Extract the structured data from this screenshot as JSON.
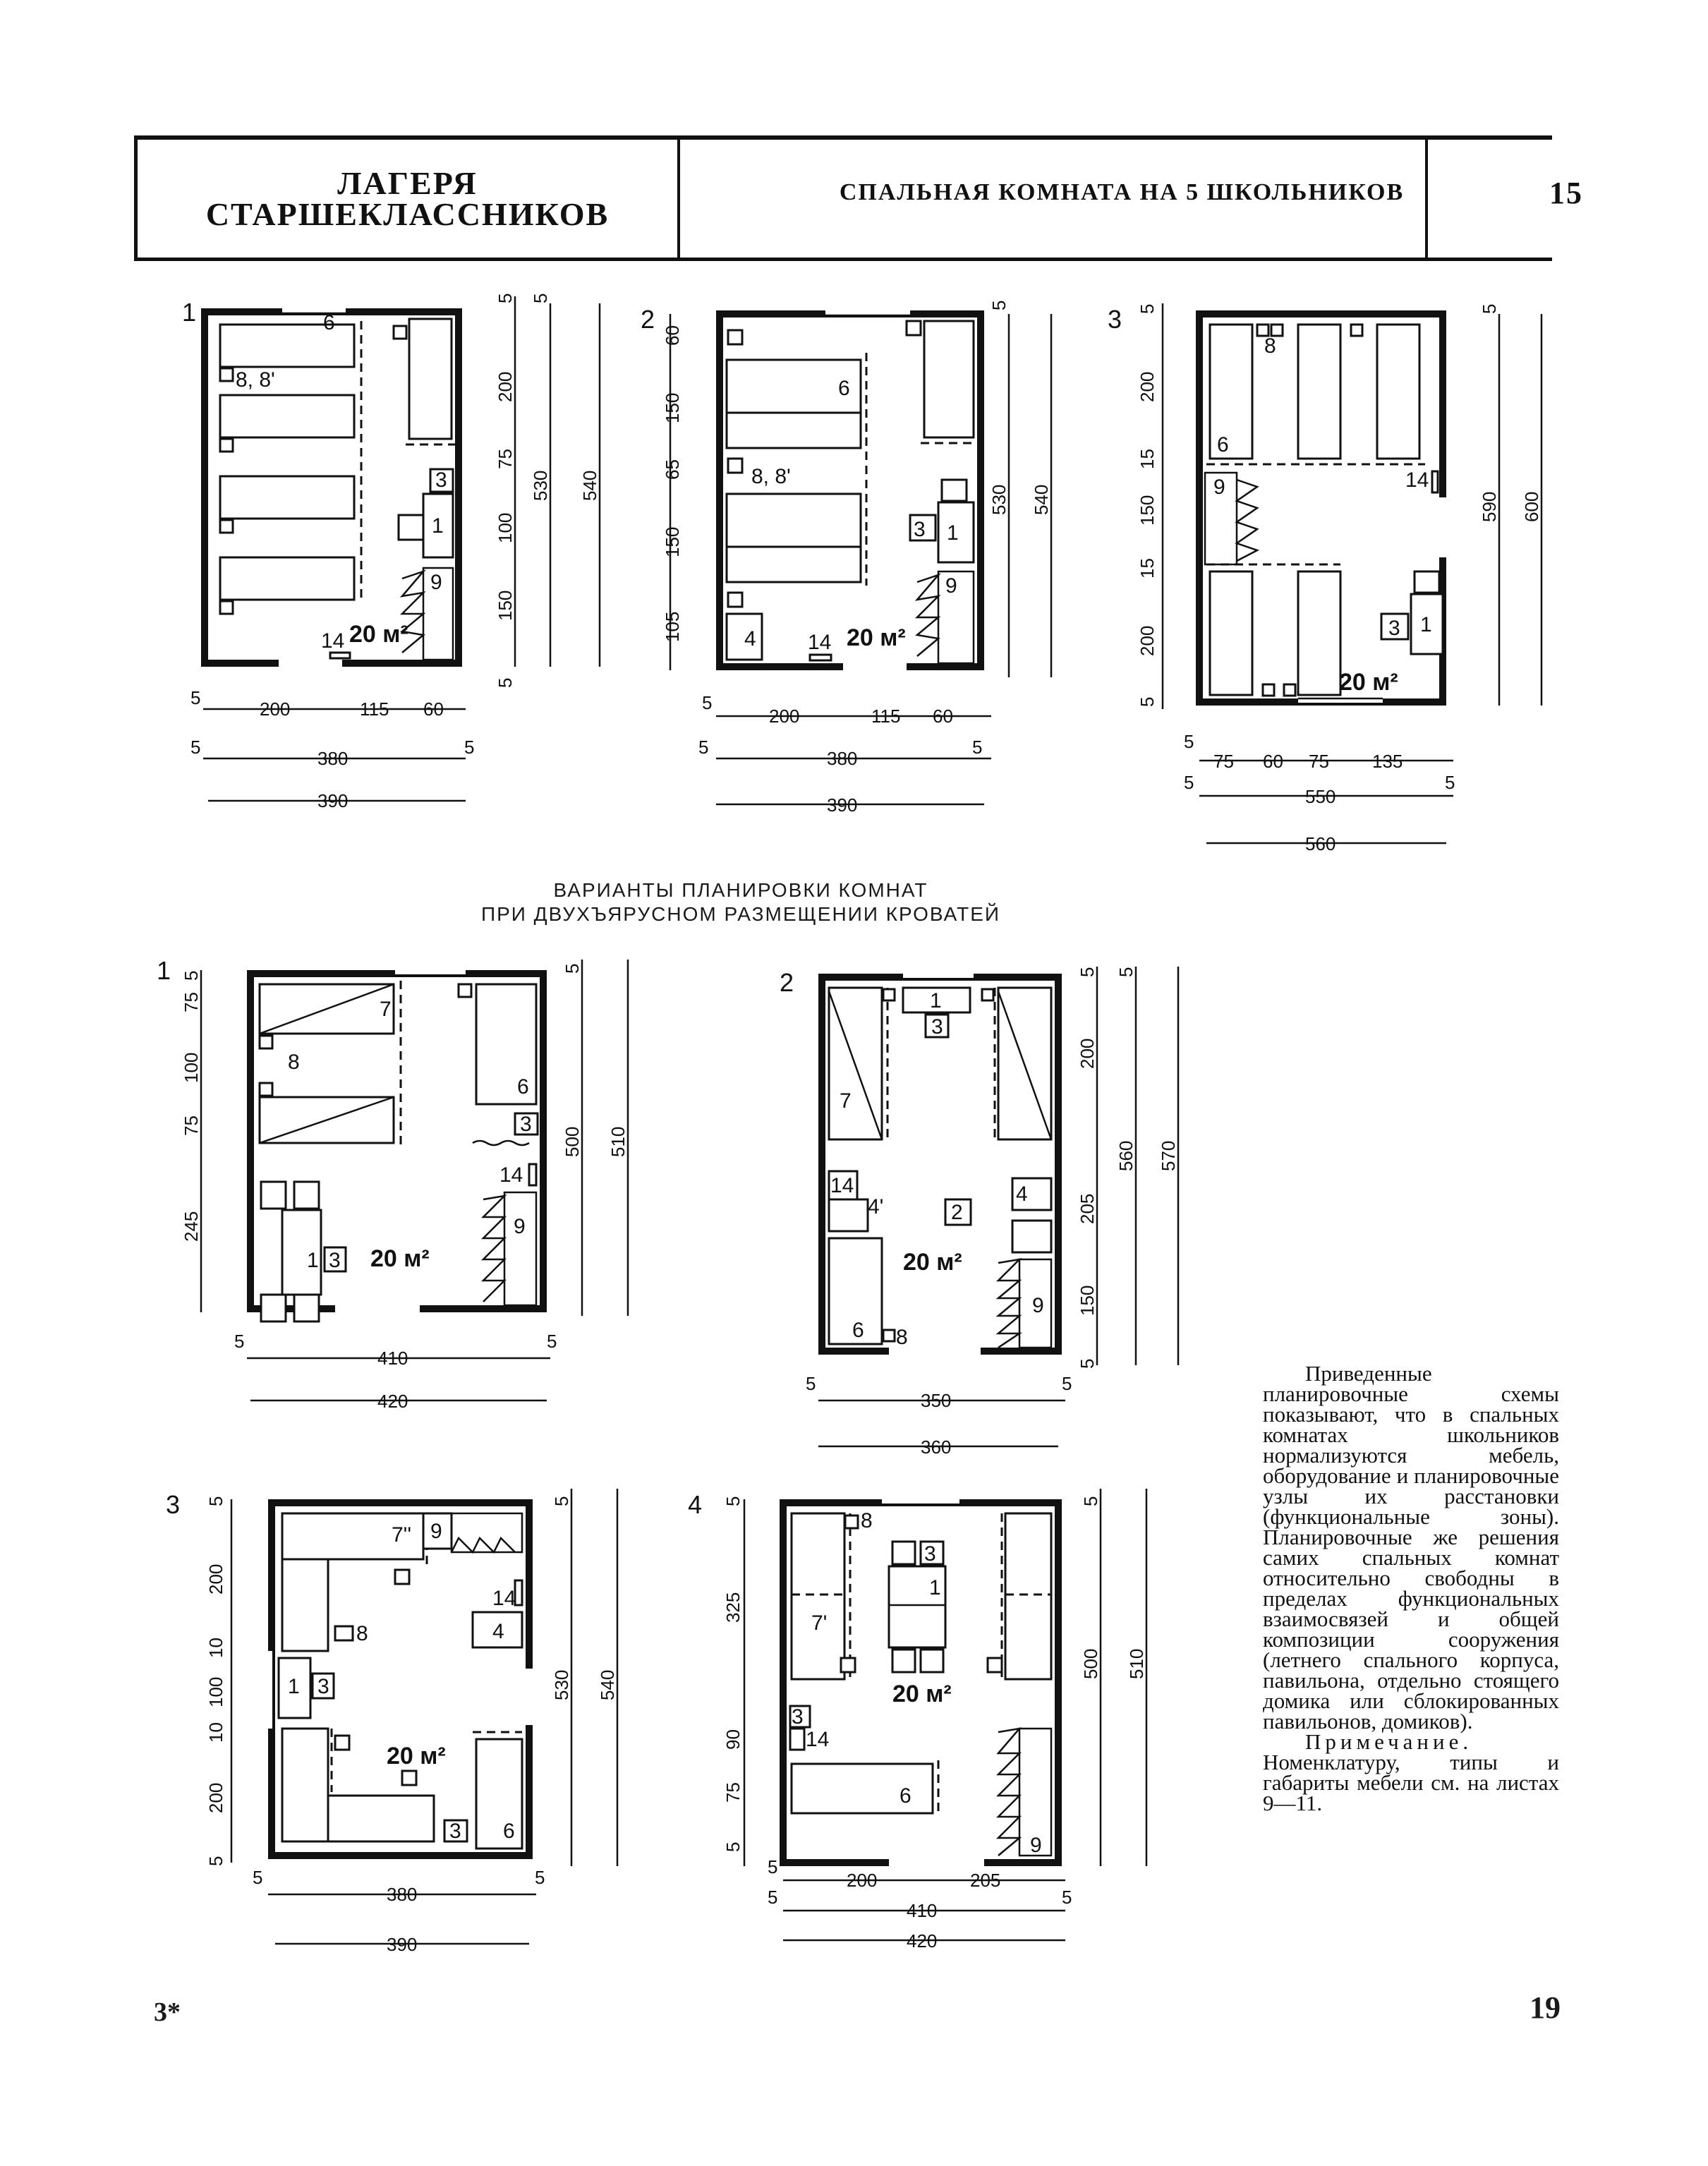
{
  "header": {
    "section_title": "ЛАГЕРЯ СТАРШЕКЛАССНИКОВ",
    "sheet_title": "СПАЛЬНАЯ КОМНАТА НА 5 ШКОЛЬНИКОВ",
    "sheet_number": "15"
  },
  "variants_caption_line1": "ВАРИАНТЫ ПЛАНИРОВКИ КОМНАТ",
  "variants_caption_line2": "ПРИ ДВУХЪЯРУСНОМ РАЗМЕЩЕНИИ КРОВАТЕЙ",
  "area_label": "20 м²",
  "top_plans": [
    {
      "number": "1",
      "item_labels": [
        "6",
        "8, 8'",
        "3",
        "1",
        "9",
        "14"
      ],
      "right_dims": [
        "5",
        "200",
        "75",
        "100",
        "150",
        "5"
      ],
      "right_totals": [
        "5",
        "530",
        "540"
      ],
      "bottom_dims": [
        "5",
        "200",
        "115",
        "60"
      ],
      "bottom_totals": [
        "5",
        "380",
        "5",
        "390"
      ]
    },
    {
      "number": "2",
      "item_labels": [
        "6",
        "8, 8'",
        "3",
        "1",
        "9",
        "4",
        "14"
      ],
      "left_dims": [
        "60",
        "150",
        "65",
        "150",
        "105"
      ],
      "right_totals": [
        "5",
        "530",
        "540"
      ],
      "bottom_dims": [
        "5",
        "200",
        "115",
        "60"
      ],
      "bottom_totals": [
        "5",
        "380",
        "5",
        "390"
      ]
    },
    {
      "number": "3",
      "item_labels": [
        "8",
        "6",
        "9",
        "14",
        "3",
        "1"
      ],
      "left_dims": [
        "5",
        "200",
        "15",
        "150",
        "15",
        "200",
        "5"
      ],
      "right_totals": [
        "5",
        "590",
        "600"
      ],
      "bottom_dims": [
        "5",
        "75",
        "60",
        "75",
        "135"
      ],
      "bottom_totals": [
        "5",
        "550",
        "5",
        "560"
      ]
    }
  ],
  "bottom_plans": [
    {
      "number": "1",
      "item_labels": [
        "7",
        "8",
        "6",
        "3",
        "14",
        "1",
        "3",
        "9"
      ],
      "left_dims": [
        "5",
        "75",
        "100",
        "75",
        "245"
      ],
      "right_totals": [
        "5",
        "500",
        "510"
      ],
      "bottom_totals": [
        "5",
        "410",
        "5",
        "420"
      ]
    },
    {
      "number": "2",
      "item_labels": [
        "1",
        "3",
        "7",
        "14",
        "4'",
        "2",
        "4",
        "6",
        "8",
        "9"
      ],
      "right_dims": [
        "5",
        "200",
        "205",
        "150",
        "5"
      ],
      "right_totals": [
        "5",
        "560",
        "570"
      ],
      "bottom_totals": [
        "5",
        "350",
        "5",
        "360"
      ]
    },
    {
      "number": "3",
      "item_labels": [
        "7''",
        "9",
        "14",
        "4",
        "8",
        "1",
        "3",
        "3",
        "6"
      ],
      "left_dims": [
        "5",
        "200",
        "10",
        "100",
        "10",
        "200",
        "5"
      ],
      "right_totals": [
        "5",
        "530",
        "540"
      ],
      "bottom_totals": [
        "5",
        "380",
        "5",
        "390"
      ]
    },
    {
      "number": "4",
      "item_labels": [
        "8",
        "3",
        "1",
        "7'",
        "3",
        "14",
        "6",
        "9"
      ],
      "left_dims": [
        "5",
        "325",
        "90",
        "75",
        "5"
      ],
      "right_totals": [
        "5",
        "500",
        "510"
      ],
      "bottom_dims": [
        "5",
        "200",
        "205"
      ],
      "bottom_totals": [
        "5",
        "410",
        "5",
        "420"
      ]
    }
  ],
  "note": {
    "paragraph": "Приведенные планировочные схемы показывают, что в спальных комнатах школьников нормализуются мебель, оборудование и планировочные узлы их расстановки (функциональные зоны). Планировочные же решения самих спальных комнат относительно свободны в пределах функциональных взаимосвязей и общей композиции сооружения (летнего спального корпуса, павильона, отдельно стоящего домика или сблокированных павильонов, домиков).",
    "note_label": "Примечание.",
    "note_text": "Номенклатуру, типы и габариты мебели см. на листах 9—11."
  },
  "page_number": "19",
  "signature_mark": "3*"
}
